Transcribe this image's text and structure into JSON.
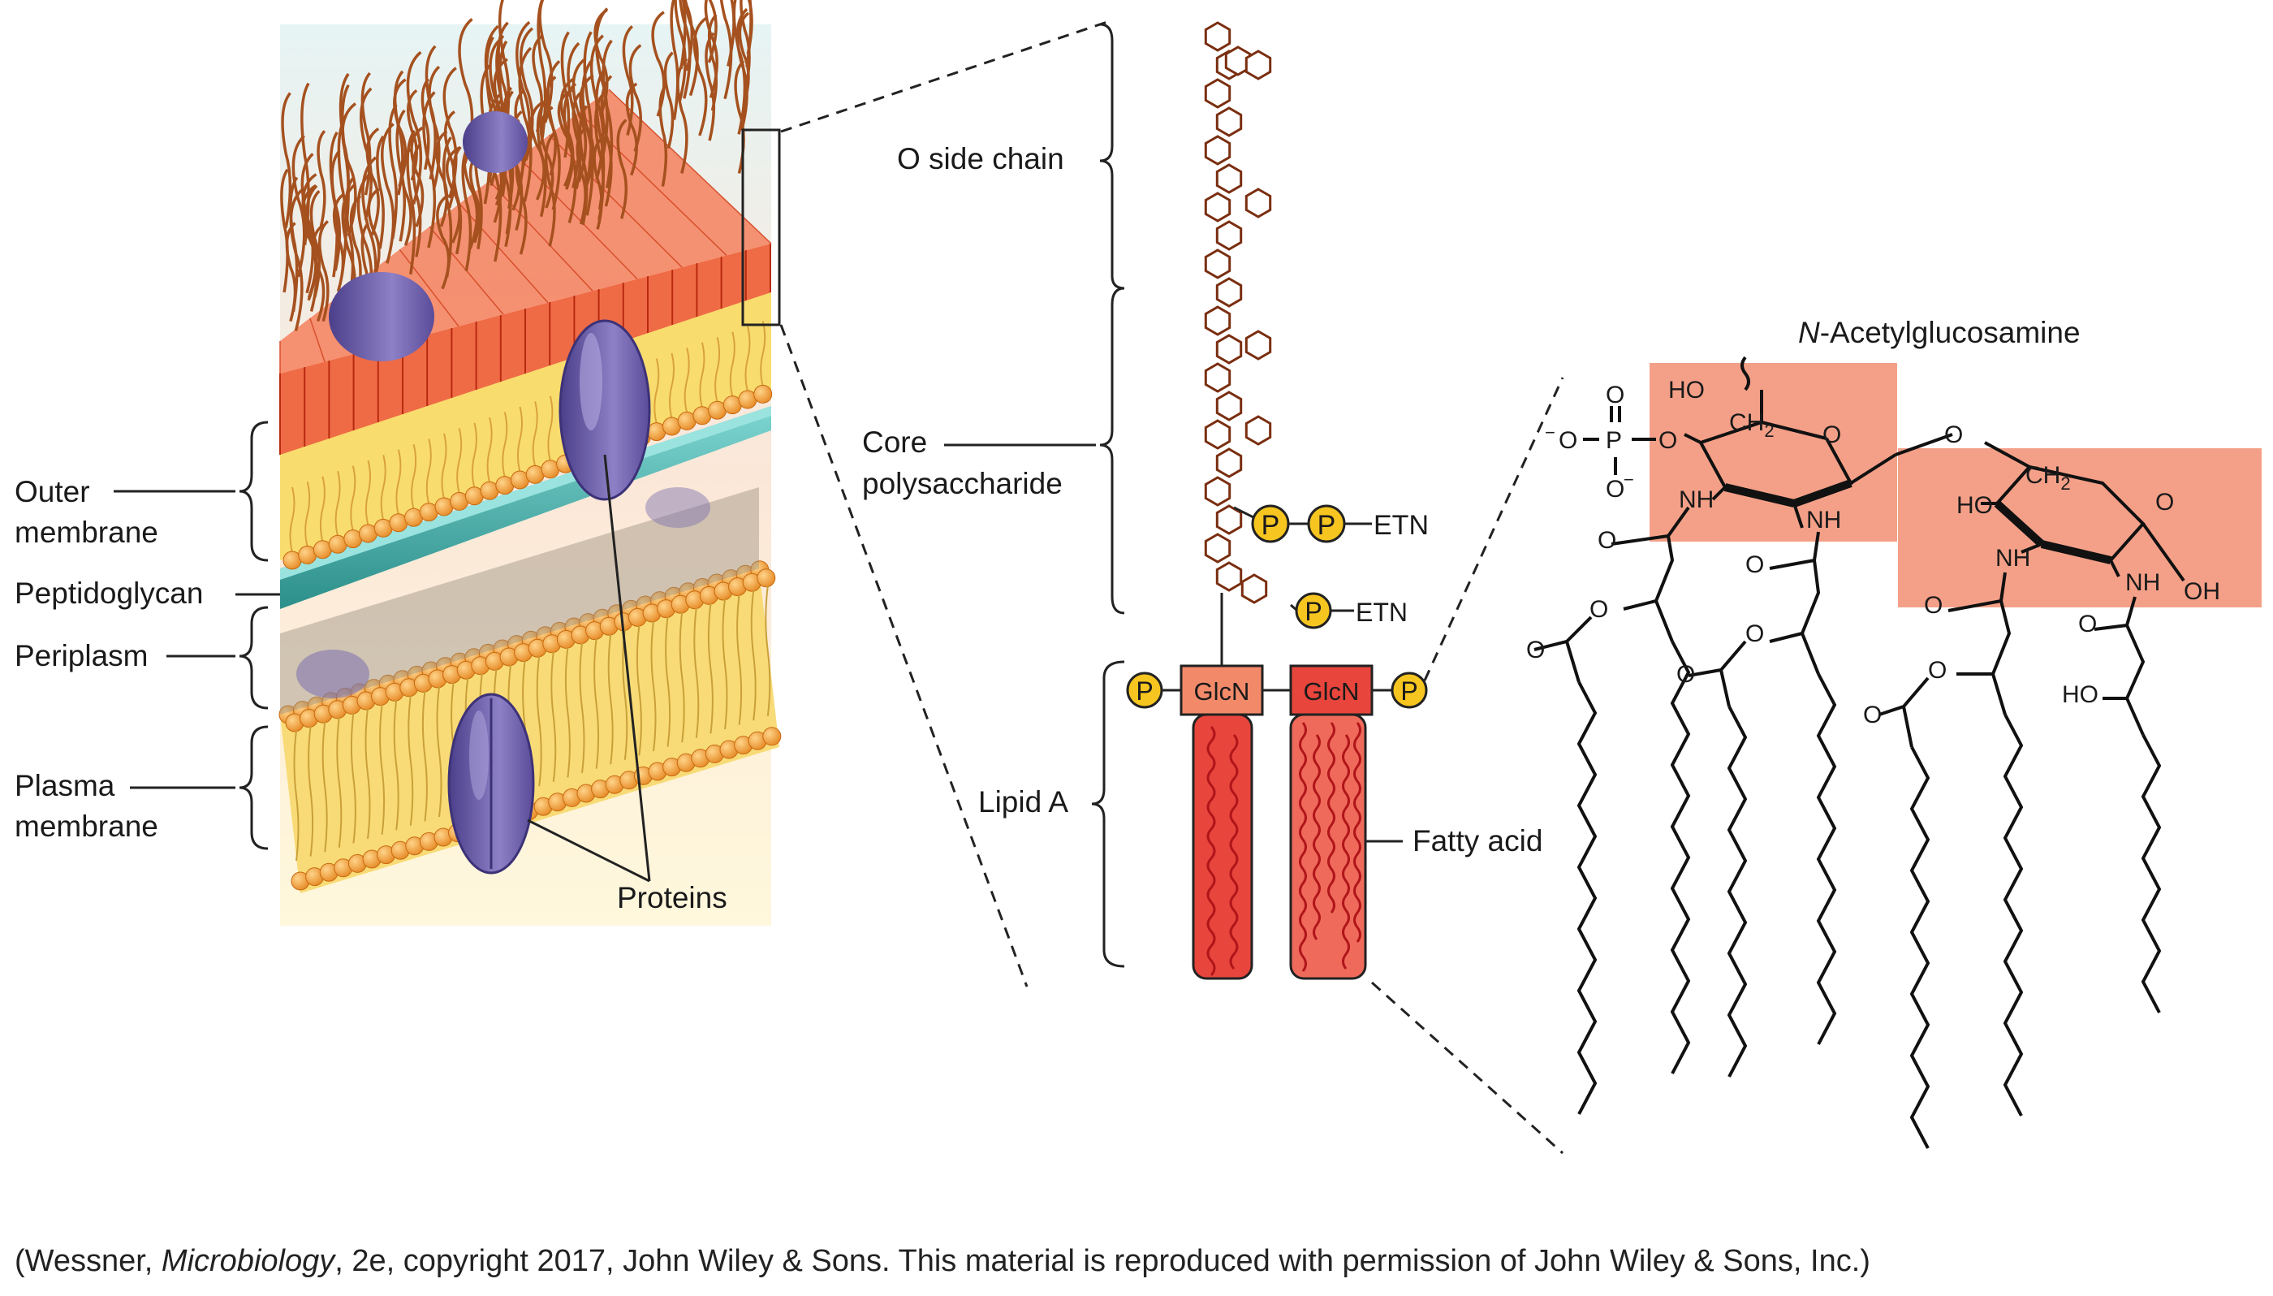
{
  "labels": {
    "outer_membrane_1": "Outer",
    "outer_membrane_2": "membrane",
    "peptidoglycan": "Peptidoglycan",
    "periplasm": "Periplasm",
    "plasma_membrane_1": "Plasma",
    "plasma_membrane_2": "membrane",
    "proteins": "Proteins",
    "o_side_chain": "O side chain",
    "core_1": "Core",
    "core_2": "polysaccharide",
    "lipid_a": "Lipid A",
    "fatty_acid": "Fatty acid",
    "nag_italic": "N",
    "nag_rest": "-Acetylglucosamine"
  },
  "lps": {
    "glcn_left": "GlcN",
    "glcn_right": "GlcN",
    "phosphate": "P",
    "etn_1": "ETN",
    "etn_2": "ETN"
  },
  "chem": {
    "ho_top": "HO",
    "ch2_top": "CH",
    "ch2_sub": "2",
    "ch2_right": "CH",
    "ch2_right_sub": "2",
    "o_ring1": "O",
    "o_link": "O",
    "o_ring2": "O",
    "ho_ring2": "HO",
    "oh_end": "OH",
    "p_atom": "P",
    "o_p_top": "O",
    "o_p_left": "O",
    "o_p_bottom": "O",
    "o_p_right": "O",
    "minus": "−",
    "nh_1": "NH",
    "nh_2": "NH",
    "nh_3": "NH",
    "nh_4": "NH",
    "o_c1": "O",
    "o_c2": "O",
    "o_c3": "O",
    "o_c4": "O",
    "o_ester1": "O",
    "o_ester2": "O",
    "o_ester3": "O",
    "o_carb1": "O",
    "o_carb2": "O",
    "o_carb3": "O",
    "ho_chain": "HO"
  },
  "credit": {
    "pre": "(Wessner, ",
    "italic": "Microbiology",
    "post": ", 2e, copyright 2017, John Wiley & Sons. This material is reproduced with permission of John Wiley & Sons, Inc.)"
  },
  "colors": {
    "lps_chain": "#7a2e10",
    "lipid_red": "#e8453c",
    "glcn_fill": "#f28a6a",
    "phosphate_fill": "#f7c520",
    "highlight": "#f4a088",
    "membrane_head": "#f0a040",
    "peptidoglycan": "#3aa9a4",
    "protein": "#6e5fa8"
  }
}
